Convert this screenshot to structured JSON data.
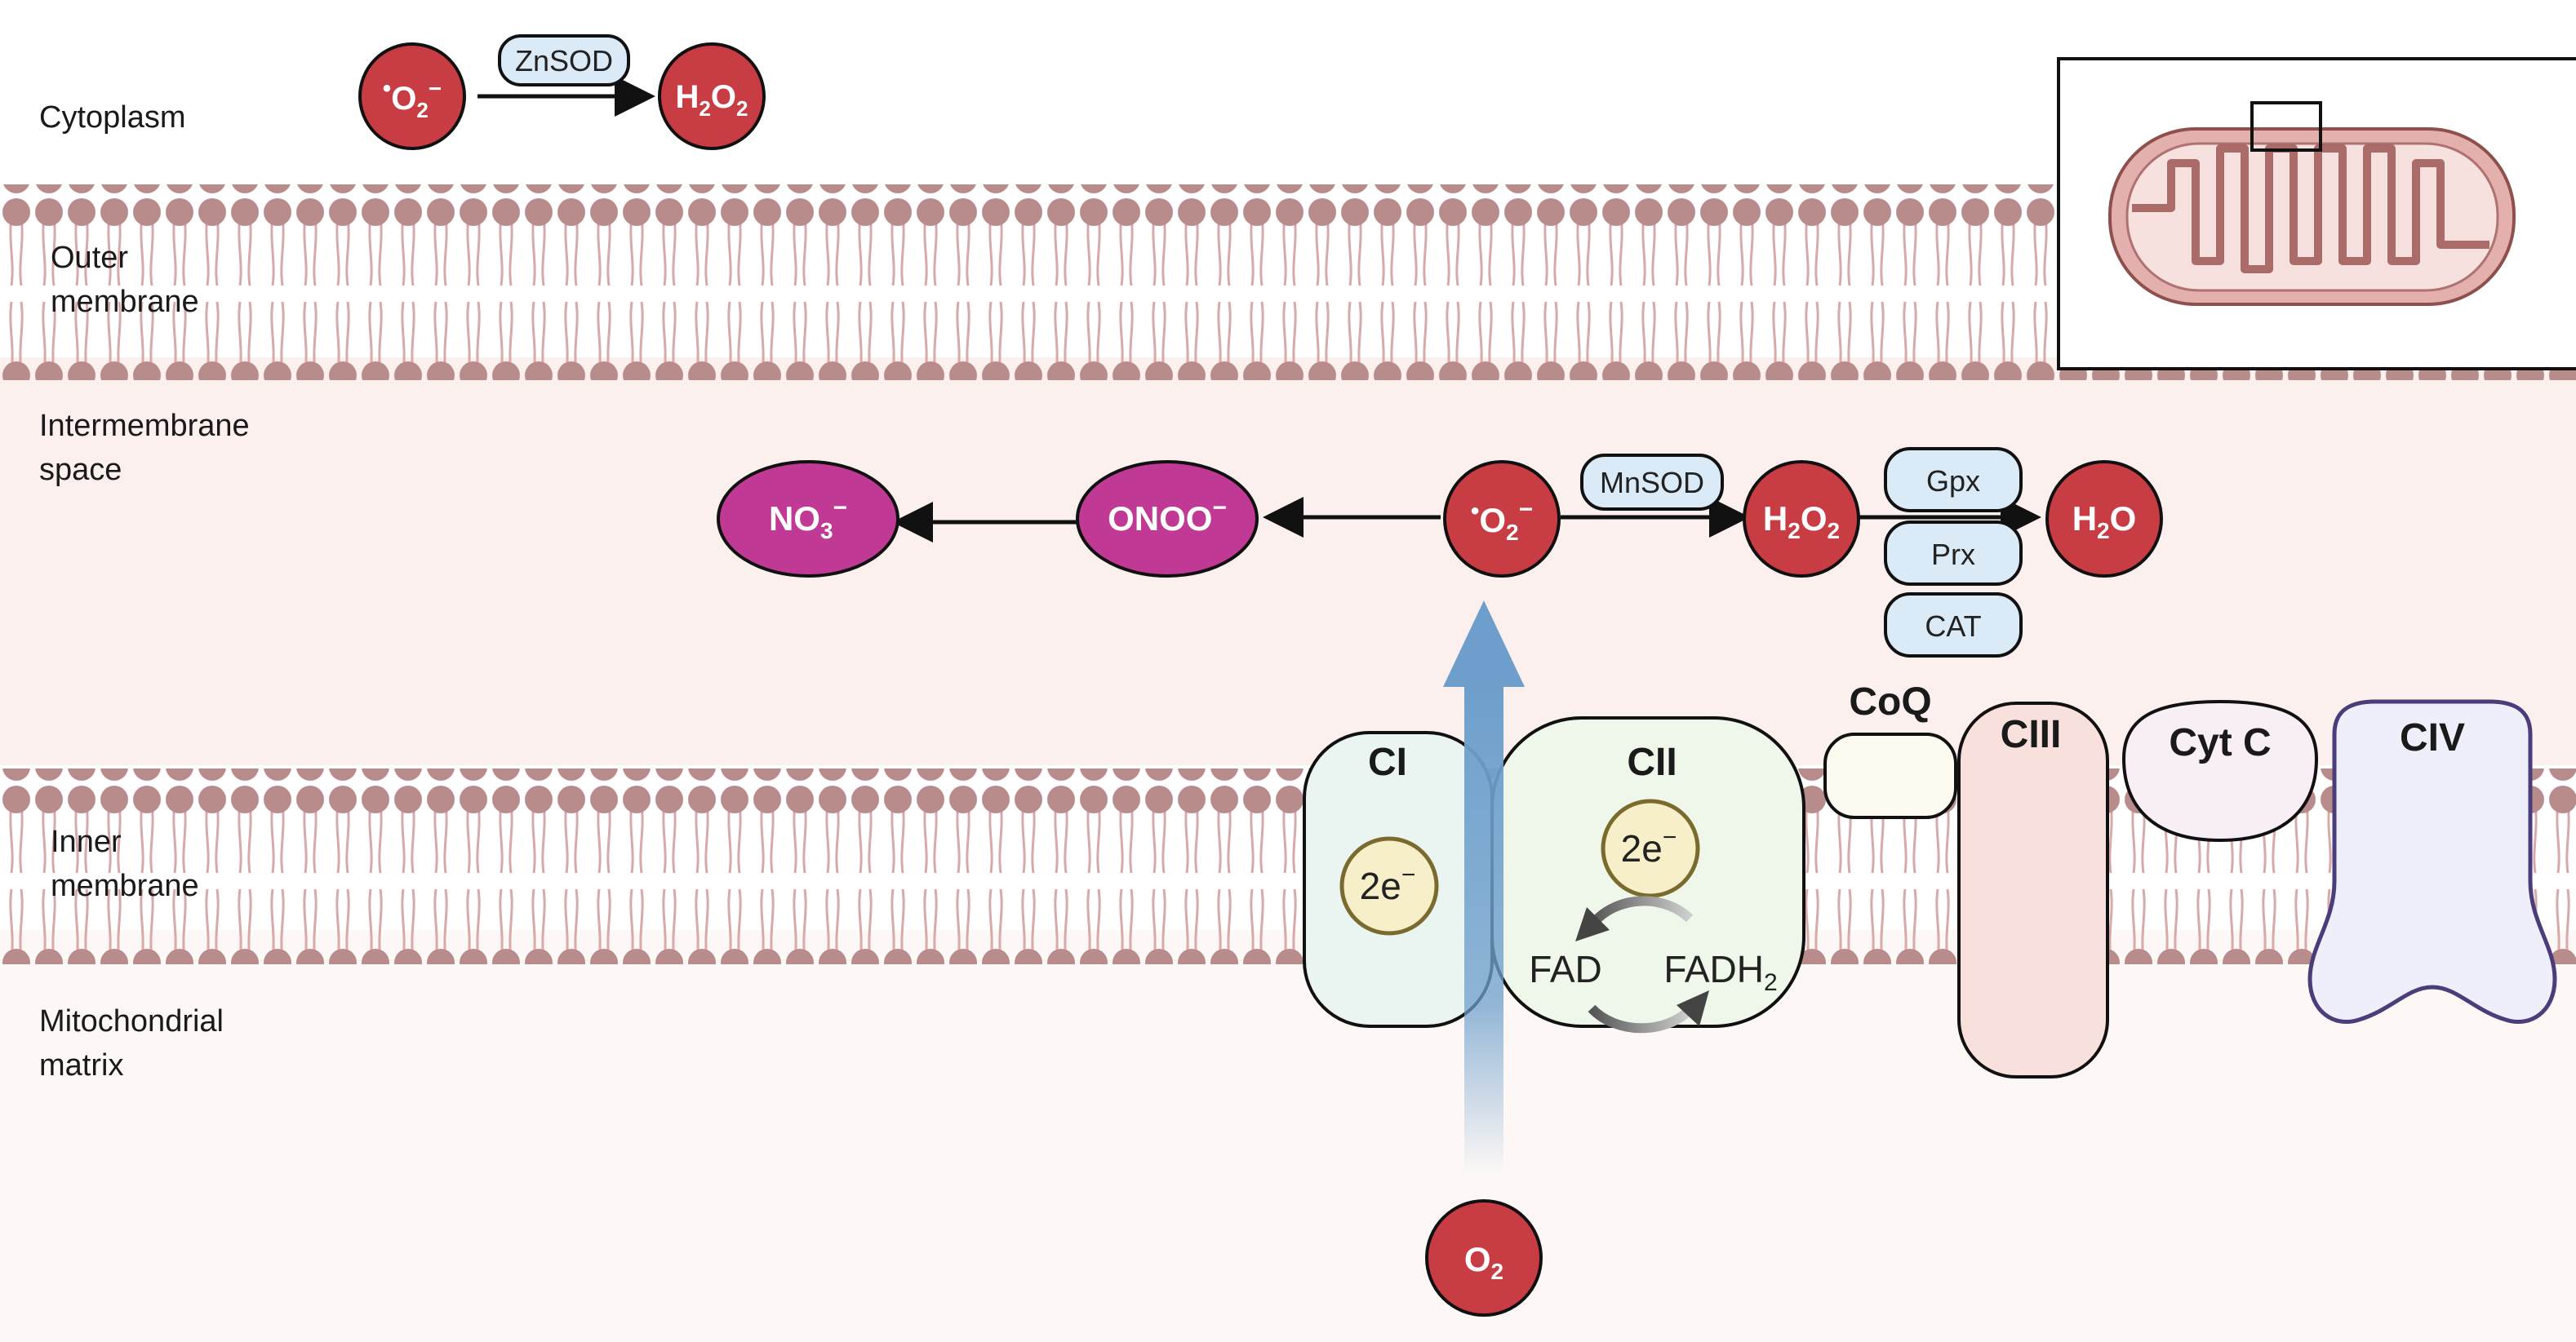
{
  "regions": {
    "cytoplasm": "Cytoplasm",
    "outer_membrane": [
      "Outer",
      "membrane"
    ],
    "intermembrane_space": [
      "Intermembrane",
      "space"
    ],
    "inner_membrane": [
      "Inner",
      "membrane"
    ],
    "matrix": [
      "Mitochondrial",
      "matrix"
    ]
  },
  "cytoplasm_pathway": {
    "superoxide": {
      "dot": "•",
      "base": "O",
      "sub": "2",
      "sup": "−"
    },
    "enzyme": "ZnSOD",
    "product": {
      "h": "H",
      "sub1": "2",
      "o": "O",
      "sub2": "2"
    }
  },
  "ims_pathway": {
    "nitrate": {
      "base": "NO",
      "sub": "3",
      "sup": "−"
    },
    "peroxynitrite": {
      "base": "ONOO",
      "sup": "−"
    },
    "superoxide": {
      "dot": "•",
      "base": "O",
      "sub": "2",
      "sup": "−"
    },
    "sod_enzyme": "MnSOD",
    "peroxide": {
      "h": "H",
      "sub1": "2",
      "o": "O",
      "sub2": "2"
    },
    "peroxide_enzymes": [
      "Gpx",
      "Prx",
      "CAT"
    ],
    "water": {
      "h": "H",
      "sub": "2",
      "o": "O"
    }
  },
  "complexes": {
    "ci": {
      "label": "CI",
      "electrons": "2e",
      "sup": "−"
    },
    "cii": {
      "label": "CII",
      "electrons": "2e",
      "sup": "−",
      "fad": "FAD",
      "fadh": "FADH",
      "fadh_sub": "2"
    },
    "coq": "CoQ",
    "ciii": "CIII",
    "cytc": "Cyt C",
    "civ": "CIV"
  },
  "oxygen": {
    "base": "O",
    "sub": "2"
  },
  "colors": {
    "ros_red": "#c83c43",
    "rns_magenta": "#c03a95",
    "enzyme_fill": "#dbeaf7",
    "ims_fill": "#fcf0ee",
    "matrix_fill": "#fdf8f6",
    "lipid_head": "#b98c8c",
    "lipid_tail": "#d7aaa9",
    "electron_flow": "#6e9fcc"
  }
}
